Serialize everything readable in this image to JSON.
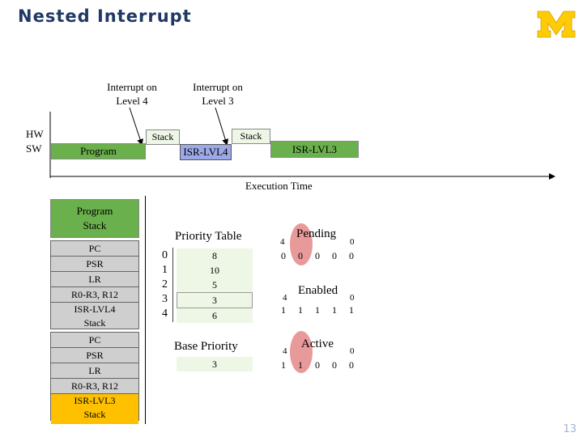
{
  "slide": {
    "title": "Nested Interrupt",
    "number": "13"
  },
  "colors": {
    "title": "#1f3864",
    "logo_blue": "#00274c",
    "logo_gold": "#ffcb05",
    "program": "#6ab04c",
    "isr_lvl4": "#9da9e6",
    "isr_lvl3": "#6ab04c",
    "stack_gray": "#cfcfcf",
    "stack_gold": "#ffc000",
    "highlight": "#e07878"
  },
  "timeline": {
    "hw_label": "HW",
    "sw_label": "SW",
    "interrupt4": {
      "line1": "Interrupt on",
      "line2": "Level 4"
    },
    "interrupt3": {
      "line1": "Interrupt on",
      "line2": "Level 3"
    },
    "program_label": "Program",
    "stack1_label": "Stack",
    "isr4_label": "ISR-LVL4",
    "stack2_label": "Stack",
    "isr3_label": "ISR-LVL3",
    "axis_label": "Execution Time"
  },
  "stack": {
    "header": {
      "line1": "Program",
      "line2": "Stack"
    },
    "frame1": [
      "PC",
      "PSR",
      "LR",
      "R0-R3, R12"
    ],
    "frame1_label": {
      "line1": "ISR-LVL4",
      "line2": "Stack"
    },
    "frame2": [
      "PC",
      "PSR",
      "LR",
      "R0-R3, R12"
    ],
    "frame2_label": {
      "line1": "ISR-LVL3",
      "line2": "Stack"
    }
  },
  "priority_table": {
    "title": "Priority Table",
    "indices": [
      "0",
      "1",
      "2",
      "3",
      "4"
    ],
    "values": [
      "8",
      "10",
      "5",
      "3",
      "6"
    ]
  },
  "base_priority": {
    "title": "Base Priority",
    "value": "3"
  },
  "pending": {
    "title": "Pending",
    "high_label": "4",
    "low_label": "0",
    "bits": [
      "0",
      "0",
      "0",
      "0",
      "0"
    ]
  },
  "enabled": {
    "title": "Enabled",
    "high_label": "4",
    "low_label": "0",
    "bits": [
      "1",
      "1",
      "1",
      "1",
      "1"
    ]
  },
  "active": {
    "title": "Active",
    "high_label": "4",
    "low_label": "0",
    "bits": [
      "1",
      "1",
      "0",
      "0",
      "0"
    ]
  }
}
